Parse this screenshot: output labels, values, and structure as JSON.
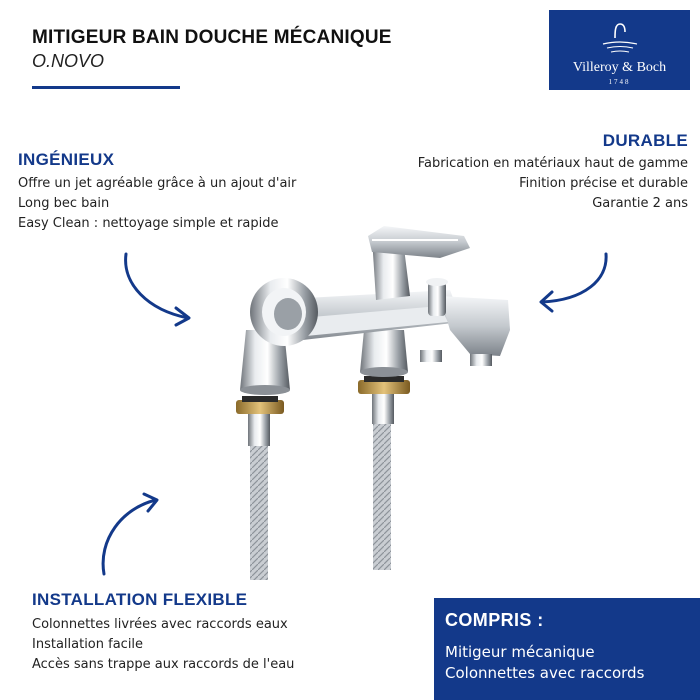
{
  "header": {
    "title": "MITIGEUR BAIN DOUCHE MÉCANIQUE",
    "subtitle": "O.NOVO"
  },
  "brand": {
    "name": "Villeroy & Boch",
    "year": "1748",
    "color": "#13398a"
  },
  "features": {
    "ingenieux": {
      "heading": "INGÉNIEUX",
      "lines": [
        "Offre un jet agréable grâce à un ajout d'air",
        "Long bec bain",
        "Easy Clean : nettoyage simple et rapide"
      ]
    },
    "durable": {
      "heading": "DURABLE",
      "lines": [
        "Fabrication en matériaux haut de gamme",
        "Finition précise et durable",
        "Garantie 2 ans"
      ]
    },
    "installation": {
      "heading": "INSTALLATION FLEXIBLE",
      "lines": [
        "Colonnettes livrées avec raccords eaux",
        "Installation facile",
        "Accès sans trappe aux raccords de l'eau"
      ]
    }
  },
  "compris": {
    "heading": "COMPRIS :",
    "items": [
      "Mitigeur mécanique",
      "Colonnettes avec raccords"
    ]
  },
  "icons": [
    "brand-logo-icon",
    "curved-arrow-icon"
  ]
}
